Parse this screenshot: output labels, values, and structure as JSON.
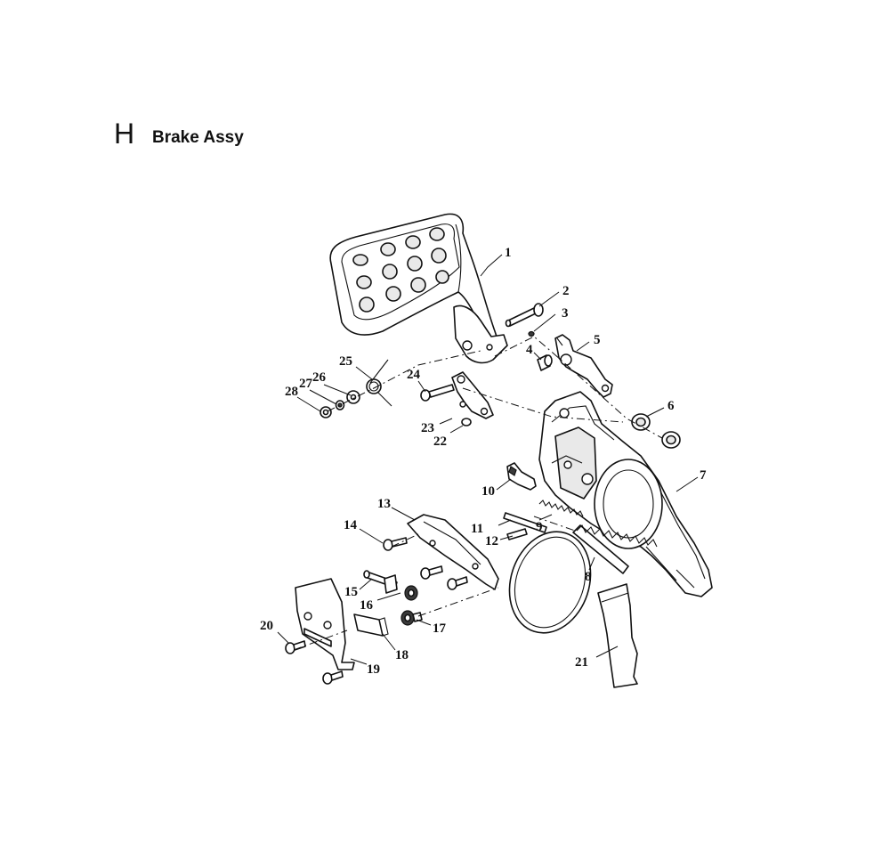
{
  "section": {
    "letter": "H",
    "title": "Brake Assy"
  },
  "callouts": [
    {
      "id": "1",
      "label": "1"
    },
    {
      "id": "2",
      "label": "2"
    },
    {
      "id": "3",
      "label": "3"
    },
    {
      "id": "4",
      "label": "4"
    },
    {
      "id": "5",
      "label": "5"
    },
    {
      "id": "6",
      "label": "6"
    },
    {
      "id": "7",
      "label": "7"
    },
    {
      "id": "8",
      "label": "8"
    },
    {
      "id": "9",
      "label": "9"
    },
    {
      "id": "10",
      "label": "10"
    },
    {
      "id": "11",
      "label": "11"
    },
    {
      "id": "12",
      "label": "12"
    },
    {
      "id": "13",
      "label": "13"
    },
    {
      "id": "14",
      "label": "14"
    },
    {
      "id": "15",
      "label": "15"
    },
    {
      "id": "16",
      "label": "16"
    },
    {
      "id": "17",
      "label": "17"
    },
    {
      "id": "18",
      "label": "18"
    },
    {
      "id": "19",
      "label": "19"
    },
    {
      "id": "20",
      "label": "20"
    },
    {
      "id": "21",
      "label": "21"
    },
    {
      "id": "22",
      "label": "22"
    },
    {
      "id": "23",
      "label": "23"
    },
    {
      "id": "24",
      "label": "24"
    },
    {
      "id": "25",
      "label": "25"
    },
    {
      "id": "26",
      "label": "26"
    },
    {
      "id": "27",
      "label": "27"
    },
    {
      "id": "28",
      "label": "28"
    }
  ]
}
